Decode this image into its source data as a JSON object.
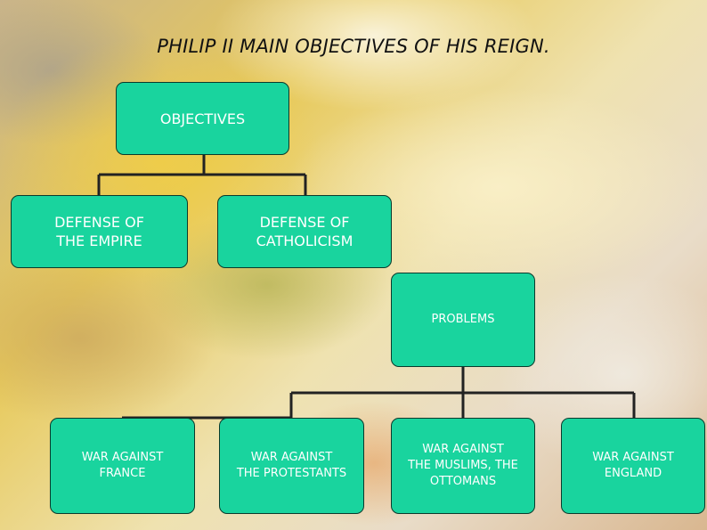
{
  "title": "PHILIP II MAIN OBJECTIVES OF HIS REIGN.",
  "colors": {
    "node_fill": "#19d49e",
    "node_border": "#0a3a2c",
    "connector": "#222222"
  },
  "nodes": {
    "objectives": "OBJECTIVES",
    "empire": "DEFENSE OF\nTHE EMPIRE",
    "catholicism": "DEFENSE OF\nCATHOLICISM",
    "problems": "PROBLEMS",
    "france": "WAR AGAINST\nFRANCE",
    "protestants": "WAR AGAINST\nTHE PROTESTANTS",
    "muslims": "WAR AGAINST\nTHE MUSLIMS, THE\nOTTOMANS",
    "england": "WAR AGAINST\nENGLAND"
  }
}
